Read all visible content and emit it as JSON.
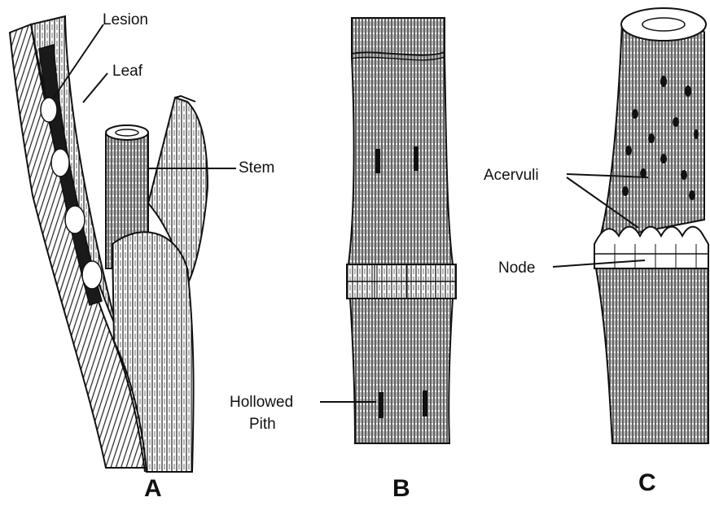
{
  "labels": {
    "lesion": "Lesion",
    "leaf": "Leaf",
    "stem": "Stem",
    "hollowed_pith_line1": "Hollowed",
    "hollowed_pith_line2": "Pith",
    "acervuli": "Acervuli",
    "node": "Node"
  },
  "panels": {
    "a": "A",
    "b": "B",
    "c": "C"
  },
  "colors": {
    "ink": "#111111",
    "paper": "#ffffff"
  }
}
